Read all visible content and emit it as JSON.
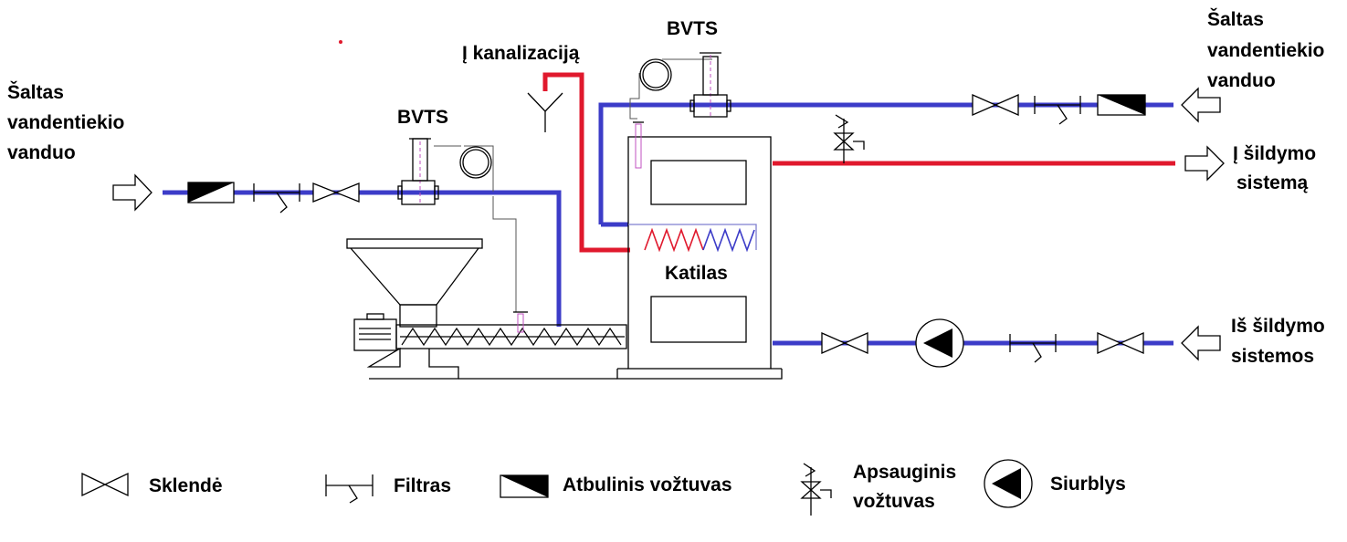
{
  "colors": {
    "cold_pipe": "#3c3cc8",
    "hot_pipe": "#e0192d",
    "outline": "#000000"
  },
  "labels": {
    "cold_water_left": [
      "Šaltas",
      "vandentiekio",
      "vanduo"
    ],
    "cold_water_right": [
      "Šaltas",
      "vandentiekio",
      "vanduo"
    ],
    "bvts_left": "BVTS",
    "bvts_top": "BVTS",
    "drain": "Į kanalizaciją",
    "to_heating": [
      "Į šildymo",
      "sistemą"
    ],
    "from_heating": [
      "Iš šildymo",
      "sistemos"
    ],
    "boiler": "Katilas"
  },
  "legend": {
    "valve": "Sklendė",
    "filter": "Filtras",
    "check_valve": "Atbulinis vožtuvas",
    "safety_valve": [
      "Apsauginis",
      "vožtuvas"
    ],
    "pump": "Siurblys"
  },
  "icons": {
    "valve": "gate-valve-icon",
    "filter": "filter-icon",
    "check_valve": "check-valve-icon",
    "safety_valve": "safety-valve-icon",
    "pump": "pump-icon",
    "arrow": "flow-arrow-icon"
  }
}
